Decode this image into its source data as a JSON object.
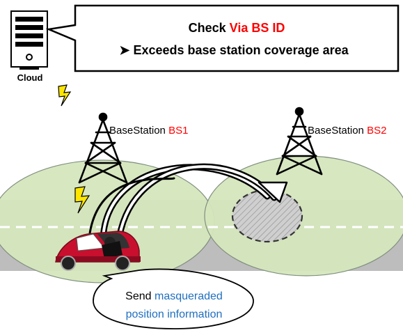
{
  "cloud": {
    "label": "Cloud",
    "icon": "server-icon"
  },
  "check_callout": {
    "line1_prefix": "Check ",
    "line1_highlight": "Via BS ID",
    "line2_arrow": "➤",
    "line2_text": "Exceeds base station coverage area"
  },
  "base_stations": [
    {
      "prefix": "BaseStation ",
      "id": "BS1",
      "icon": "cell-tower-icon"
    },
    {
      "prefix": "BaseStation ",
      "id": "BS2",
      "icon": "cell-tower-icon"
    }
  ],
  "send_callout": {
    "line1_prefix": "Send ",
    "line1_highlight": "masqueraded",
    "line2": "position information"
  },
  "colors": {
    "highlight_red": "#ff0000",
    "highlight_blue": "#1f6fbf",
    "coverage_fill": "#d5e6bd",
    "road": "#bdbdbd",
    "lightning": "#ffe600",
    "car": "#c8102e"
  }
}
